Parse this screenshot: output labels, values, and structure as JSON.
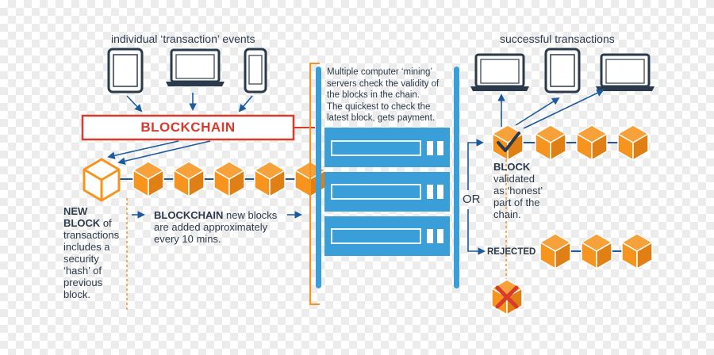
{
  "left": {
    "events_label": "individual ‘transaction’ events",
    "blockchain_title": "BLOCKCHAIN",
    "new_block": {
      "line1_bold": "NEW",
      "line2_bold": "BLOCK",
      "line2_rest": " of",
      "lines": [
        "transactions",
        "includes a",
        "security",
        "‘hash’ of",
        "previous",
        "block."
      ]
    },
    "chain_note": {
      "bold": "BLOCKCHAIN",
      "rest": " new blocks",
      "line2": "are added approximately",
      "line3": "every 10 mins."
    }
  },
  "middle": {
    "mining_lines": [
      "Multiple computer ‘mining’",
      "servers check the validity of",
      "the blocks in the chain.",
      "The quickest to check the",
      "latest block, gets payment."
    ]
  },
  "right": {
    "success_label": "successful transactions",
    "or_label": "OR",
    "validated": {
      "bold": "BLOCK",
      "lines": [
        "validated",
        "as ‘honest’",
        "part of the",
        "chain."
      ]
    },
    "rejected_label": "REJECTED"
  },
  "colors": {
    "orange": "#f7941d",
    "orange_dark": "#d9761a",
    "blue": "#3a9fd8",
    "navy": "#1c5a9e",
    "red": "#d93a2b",
    "dark": "#2b3a4a"
  }
}
